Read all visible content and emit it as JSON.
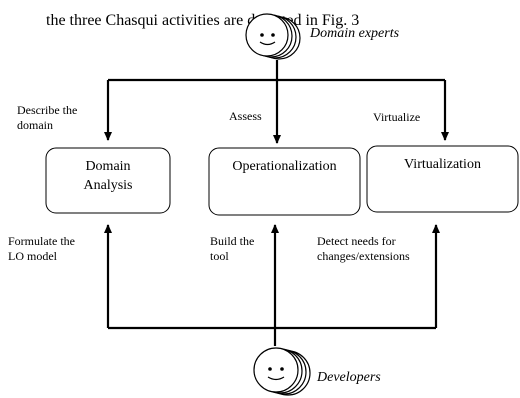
{
  "caption_fragment": "the three Chasqui activities are depicted in Fig. 3",
  "actors": {
    "top": {
      "label": "Domain experts",
      "icon": "stacked-smiley-faces-icon"
    },
    "bottom": {
      "label": "Developers",
      "icon": "stacked-smiley-faces-icon"
    }
  },
  "boxes": [
    {
      "id": "domain-analysis",
      "text": "Domain\nAnalysis"
    },
    {
      "id": "operationalization",
      "text": "Operationalization"
    },
    {
      "id": "virtualization",
      "text": "Virtualization"
    }
  ],
  "top_labels": {
    "describe": "Describe the\ndomain",
    "assess": "Assess",
    "virtualize": "Virtualize"
  },
  "bottom_labels": {
    "formulate": "Formulate the\nLO model",
    "build": "Build the\ntool",
    "detect": "Detect needs for\nchanges/extensions"
  }
}
